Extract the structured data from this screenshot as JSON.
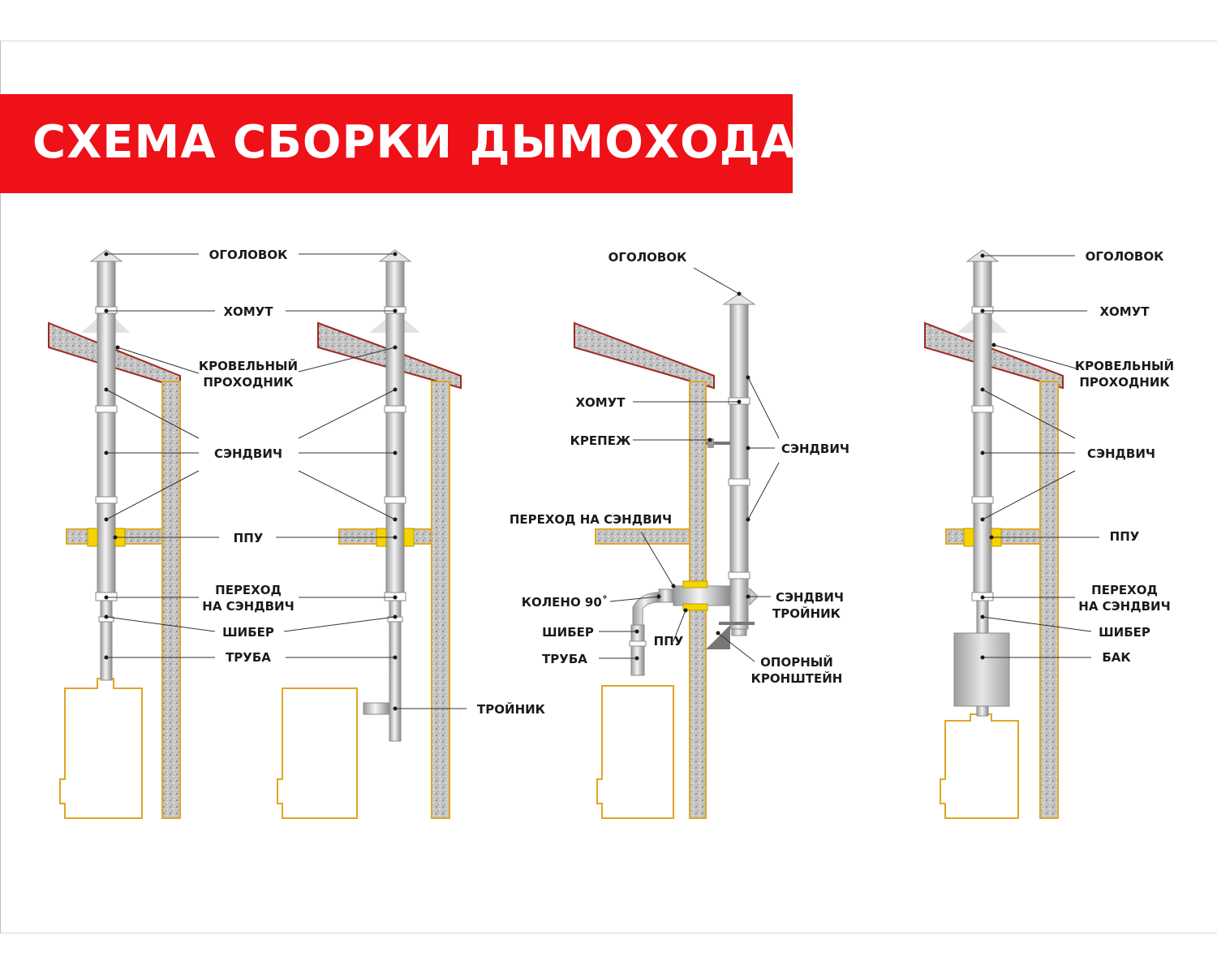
{
  "title": "СХЕМА СБОРКИ ДЫМОХОДА",
  "colors": {
    "banner": "#ee1118",
    "insulation": "#c9c9c9",
    "roof_edge": "#a0281a",
    "wall_outline": "#e0a628",
    "pipe": "#d4d4d4",
    "ppu": "#f5d400",
    "leader": "#333333"
  },
  "schemes": {
    "a": {
      "ogolovok": "ОГОЛОВОК",
      "homut": "ХОМУТ",
      "roof_pass_1": "КРОВЕЛЬНЫЙ",
      "roof_pass_2": "ПРОХОДНИК",
      "sandwich": "СЭНДВИЧ",
      "ppu": "ППУ",
      "transition_1": "ПЕРЕХОД",
      "transition_2": "НА СЭНДВИЧ",
      "shiber": "ШИБЕР",
      "truba": "ТРУБА",
      "troinik": "ТРОЙНИК"
    },
    "c": {
      "ogolovok": "ОГОЛОВОК",
      "homut": "ХОМУТ",
      "krepezh": "КРЕПЕЖ",
      "sandwich": "СЭНДВИЧ",
      "transition": "ПЕРЕХОД НА СЭНДВИЧ",
      "koleno": "КОЛЕНО 90˚",
      "sandwich_tee_1": "СЭНДВИЧ",
      "sandwich_tee_2": "ТРОЙНИК",
      "shiber": "ШИБЕР",
      "ppu": "ППУ",
      "truba": "ТРУБА",
      "bracket_1": "ОПОРНЫЙ",
      "bracket_2": "КРОНШТЕЙН"
    },
    "d": {
      "ogolovok": "ОГОЛОВОК",
      "homut": "ХОМУТ",
      "roof_pass_1": "КРОВЕЛЬНЫЙ",
      "roof_pass_2": "ПРОХОДНИК",
      "sandwich": "СЭНДВИЧ",
      "ppu": "ППУ",
      "transition_1": "ПЕРЕХОД",
      "transition_2": "НА СЭНДВИЧ",
      "shiber": "ШИБЕР",
      "bak": "БАК"
    }
  }
}
